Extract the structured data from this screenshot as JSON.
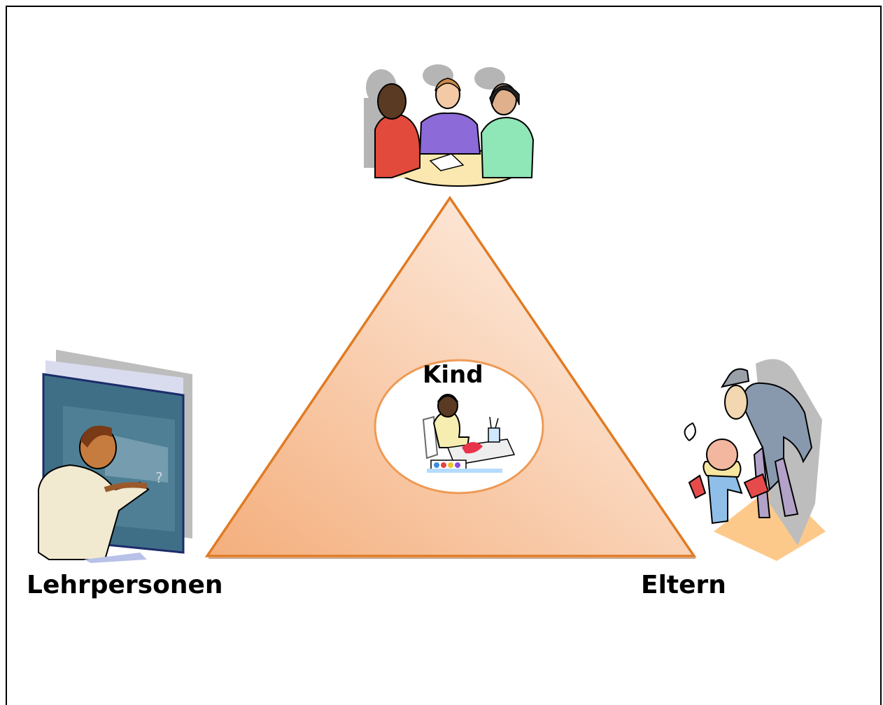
{
  "labels": {
    "child": "Kind",
    "teachers": "Lehrpersonen",
    "parents": "Eltern"
  },
  "icons": {
    "top": "meeting-people-icon",
    "left": "teacher-blackboard-icon",
    "right": "parent-child-icon",
    "center": "child-drawing-icon"
  },
  "colors": {
    "triangle_stroke": "#e07b24",
    "triangle_fill_light": "#fdeee3",
    "triangle_fill_dark": "#f6b98c",
    "circle_stroke": "#ee9a55",
    "text": "#000000"
  }
}
